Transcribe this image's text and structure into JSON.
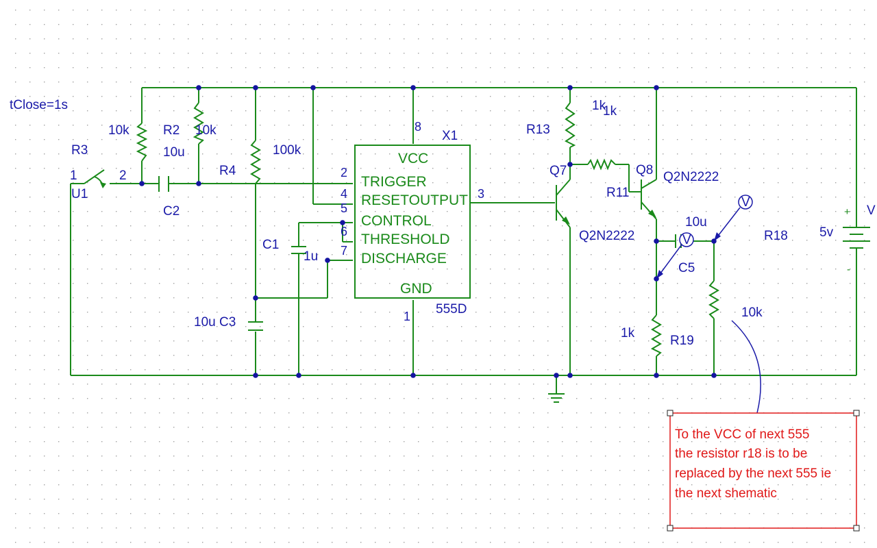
{
  "labels": {
    "tclose": "tClose=1s",
    "r3": "R3",
    "u1": "U1",
    "sw_pin1": "1",
    "sw_pin2": "2",
    "r3_val": "10k",
    "r2": "R2",
    "r2_val": "10k",
    "c2_val": "10u",
    "c2": "C2",
    "r4": "R4",
    "r4_val": "100k",
    "c1": "C1",
    "c1_val": "1u",
    "c3": "10u C3",
    "pin_vcc": "8",
    "pin_trig": "2",
    "pin_reset": "4",
    "pin_ctrl": "5",
    "pin_thr": "6",
    "pin_dis": "7",
    "pin_out": "3",
    "pin_gnd": "1",
    "x1": "X1",
    "ic_type": "555D",
    "ic_vcc": "VCC",
    "ic_trigger": "TRIGGER",
    "ic_resetoutput": "RESETOUTPUT",
    "ic_control": "CONTROL",
    "ic_threshold": "THRESHOLD",
    "ic_discharge": "DISCHARGE",
    "ic_gnd": "GND",
    "r13": "R13",
    "r13_val": "1k",
    "r11_val": "1k",
    "r11": "R11",
    "q7": "Q7",
    "q7_model": "Q2N2222",
    "q8": "Q8",
    "q8_model": "Q2N2222",
    "c5": "C5",
    "c5_val": "10u",
    "r18": "R18",
    "r18_val": "10k",
    "r19": "R19",
    "r19_val": "1k",
    "v_val": "5v",
    "v": "V",
    "plus": "+",
    "minus": "-",
    "probe": "V"
  },
  "note": {
    "lines": [
      "To the VCC of next 555",
      "the resistor r18 is to be",
      "replaced by the next 555 ie",
      "the next shematic"
    ]
  },
  "colors": {
    "wire": "#1a8a1a",
    "label": "#1a1aa8",
    "note": "#e01818",
    "grid": "#a0a0a0"
  }
}
